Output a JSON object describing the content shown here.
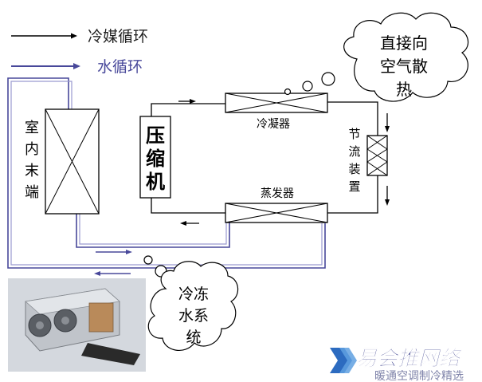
{
  "legend": {
    "refrigerant_label": "冷媒循环",
    "water_label": "水循环"
  },
  "components": {
    "indoor_unit": [
      "室",
      "内",
      "末",
      "端"
    ],
    "compressor": [
      "压",
      "缩",
      "机"
    ],
    "condenser": "冷凝器",
    "evaporator": "蒸发器",
    "throttle": [
      "节",
      "流",
      "装",
      "置"
    ]
  },
  "clouds": {
    "air_dissipation": [
      "直接向",
      "空气散",
      "热"
    ],
    "chilled_water": [
      "冷冻",
      "水系",
      "统"
    ]
  },
  "watermark": {
    "brand": "易会推网络",
    "caption": "暖通空调制冷精选"
  },
  "colors": {
    "refrigerant_line": "#000000",
    "water_line": "#48489a",
    "water_line_light": "#9a9ad0",
    "brand_blue": "#2c6bc0",
    "brand_text": "#3a3f8c"
  }
}
